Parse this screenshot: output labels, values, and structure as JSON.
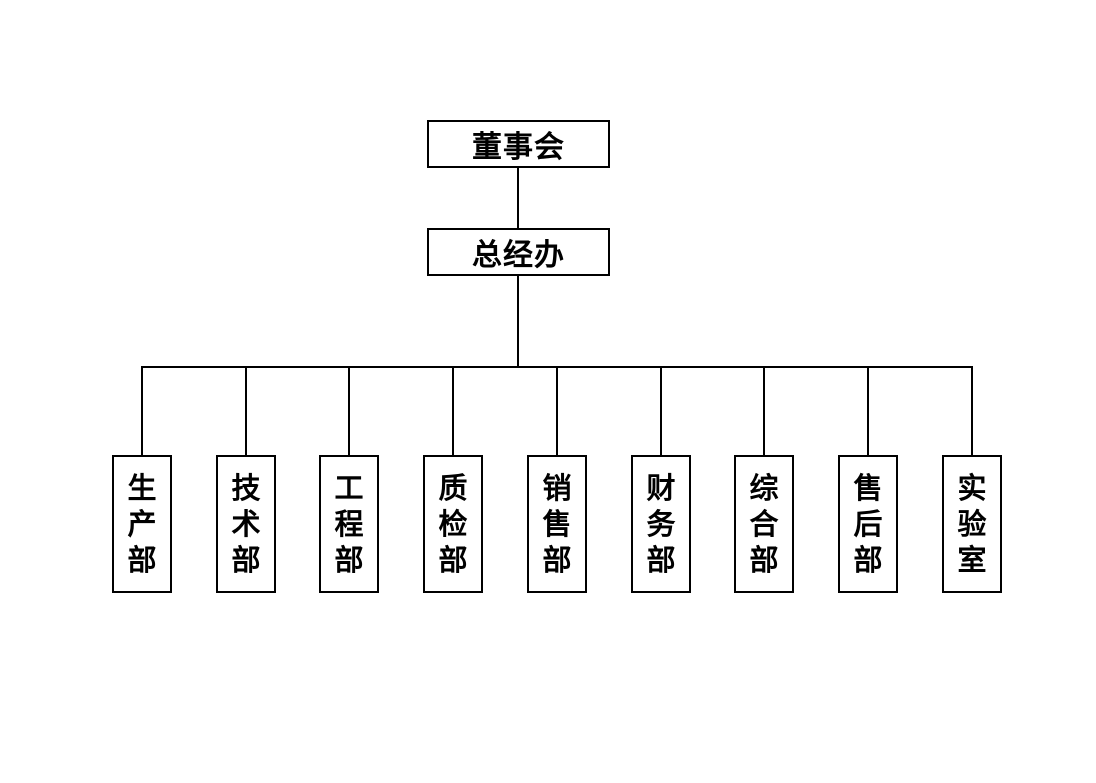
{
  "page": {
    "background": "#ffffff"
  },
  "org": {
    "type": "org-chart",
    "root": {
      "label": "董事会"
    },
    "office": {
      "label": "总经办"
    },
    "departments": [
      {
        "label": "生产部"
      },
      {
        "label": "技术部"
      },
      {
        "label": "工程部"
      },
      {
        "label": "质检部"
      },
      {
        "label": "销售部"
      },
      {
        "label": "财务部"
      },
      {
        "label": "综合部"
      },
      {
        "label": "售后部"
      },
      {
        "label": "实验室"
      }
    ],
    "colors": {
      "line": "#000000",
      "text": "#000000",
      "box_border": "#000000",
      "box_background": "#ffffff"
    }
  }
}
